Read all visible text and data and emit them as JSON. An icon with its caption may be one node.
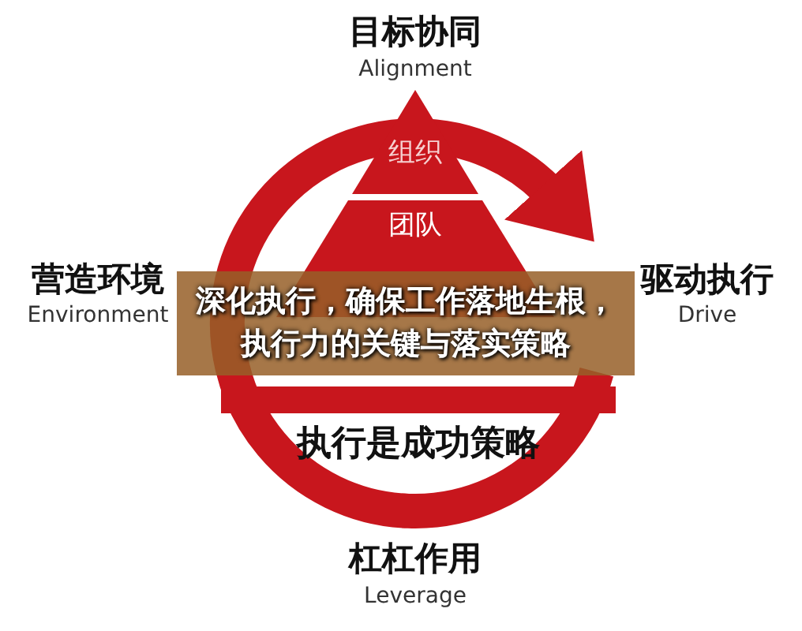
{
  "diagram": {
    "title": "深化执行，确保工作落地生根，执行力的关键与落实策略",
    "nodes": [
      {
        "text": [
          "组织"
        ]
      },
      {
        "text": [
          "团队"
        ]
      },
      {
        "text": [
          "执行是成功策略"
        ]
      }
    ],
    "labels": [
      "目标协同",
      "Alignment",
      "营造环境",
      "Environment",
      "驱动执行",
      "Drive",
      "杠杠作用",
      "Leverage"
    ]
  }
}
